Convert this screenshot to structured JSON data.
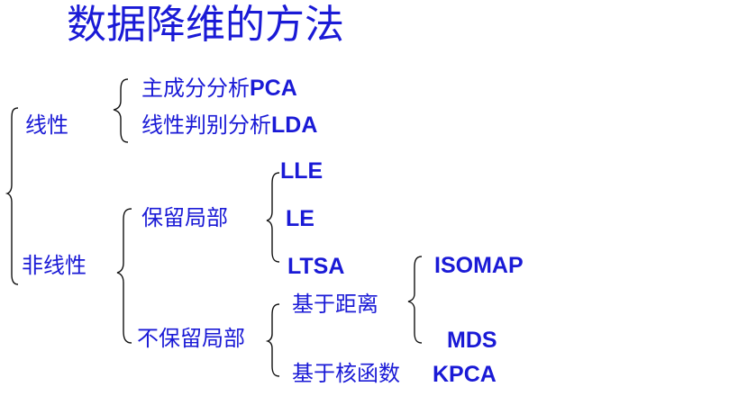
{
  "title": "数据降维的方法",
  "linear": {
    "label": "线性",
    "items": [
      {
        "name": "主成分分析",
        "abbr": "PCA"
      },
      {
        "name": "线性判别分析",
        "abbr": "LDA"
      }
    ]
  },
  "nonlinear": {
    "label": "非线性",
    "local": {
      "label": "保留局部",
      "items": [
        "LLE",
        "LE",
        "LTSA"
      ]
    },
    "nonlocal": {
      "label": "不保留局部",
      "distance": {
        "label": "基于距离",
        "items": [
          "ISOMAP",
          "MDS"
        ]
      },
      "kernel": {
        "label": "基于核函数",
        "method": "KPCA"
      }
    }
  }
}
